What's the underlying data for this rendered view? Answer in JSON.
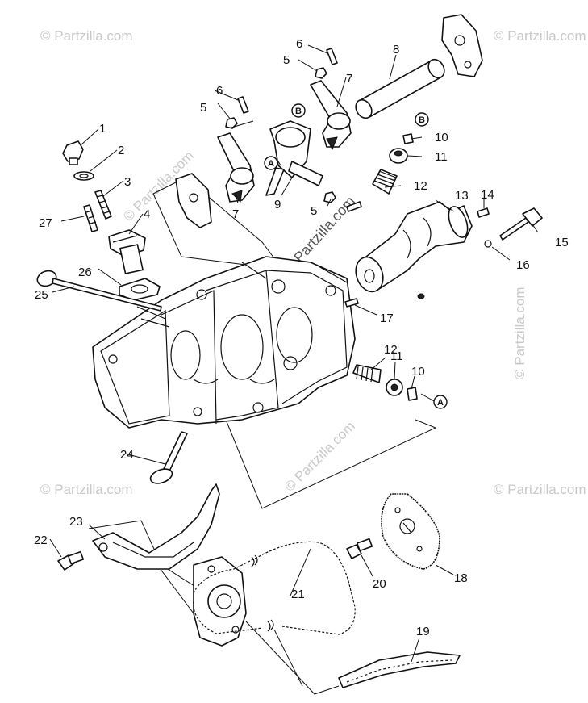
{
  "watermark": {
    "text": "© Partzilla.com"
  },
  "callouts": {
    "c1": "1",
    "c2": "2",
    "c3": "3",
    "c4": "4",
    "c5a": "5",
    "c5b": "5",
    "c5c": "5",
    "c6a": "6",
    "c6b": "6",
    "c7a": "7",
    "c7b": "7",
    "c8": "8",
    "c9": "9",
    "c10a": "10",
    "c10b": "10",
    "c11a": "11",
    "c11b": "11",
    "c12a": "12",
    "c12b": "12",
    "c13": "13",
    "c14": "14",
    "c15": "15",
    "c16": "16",
    "c17": "17",
    "c18": "18",
    "c19": "19",
    "c20": "20",
    "c21": "21",
    "c22": "22",
    "c23": "23",
    "c24": "24",
    "c25": "25",
    "c26": "26",
    "c27": "27"
  },
  "badges": {
    "a1": "A",
    "a2": "A",
    "b1": "B",
    "b2": "B"
  }
}
